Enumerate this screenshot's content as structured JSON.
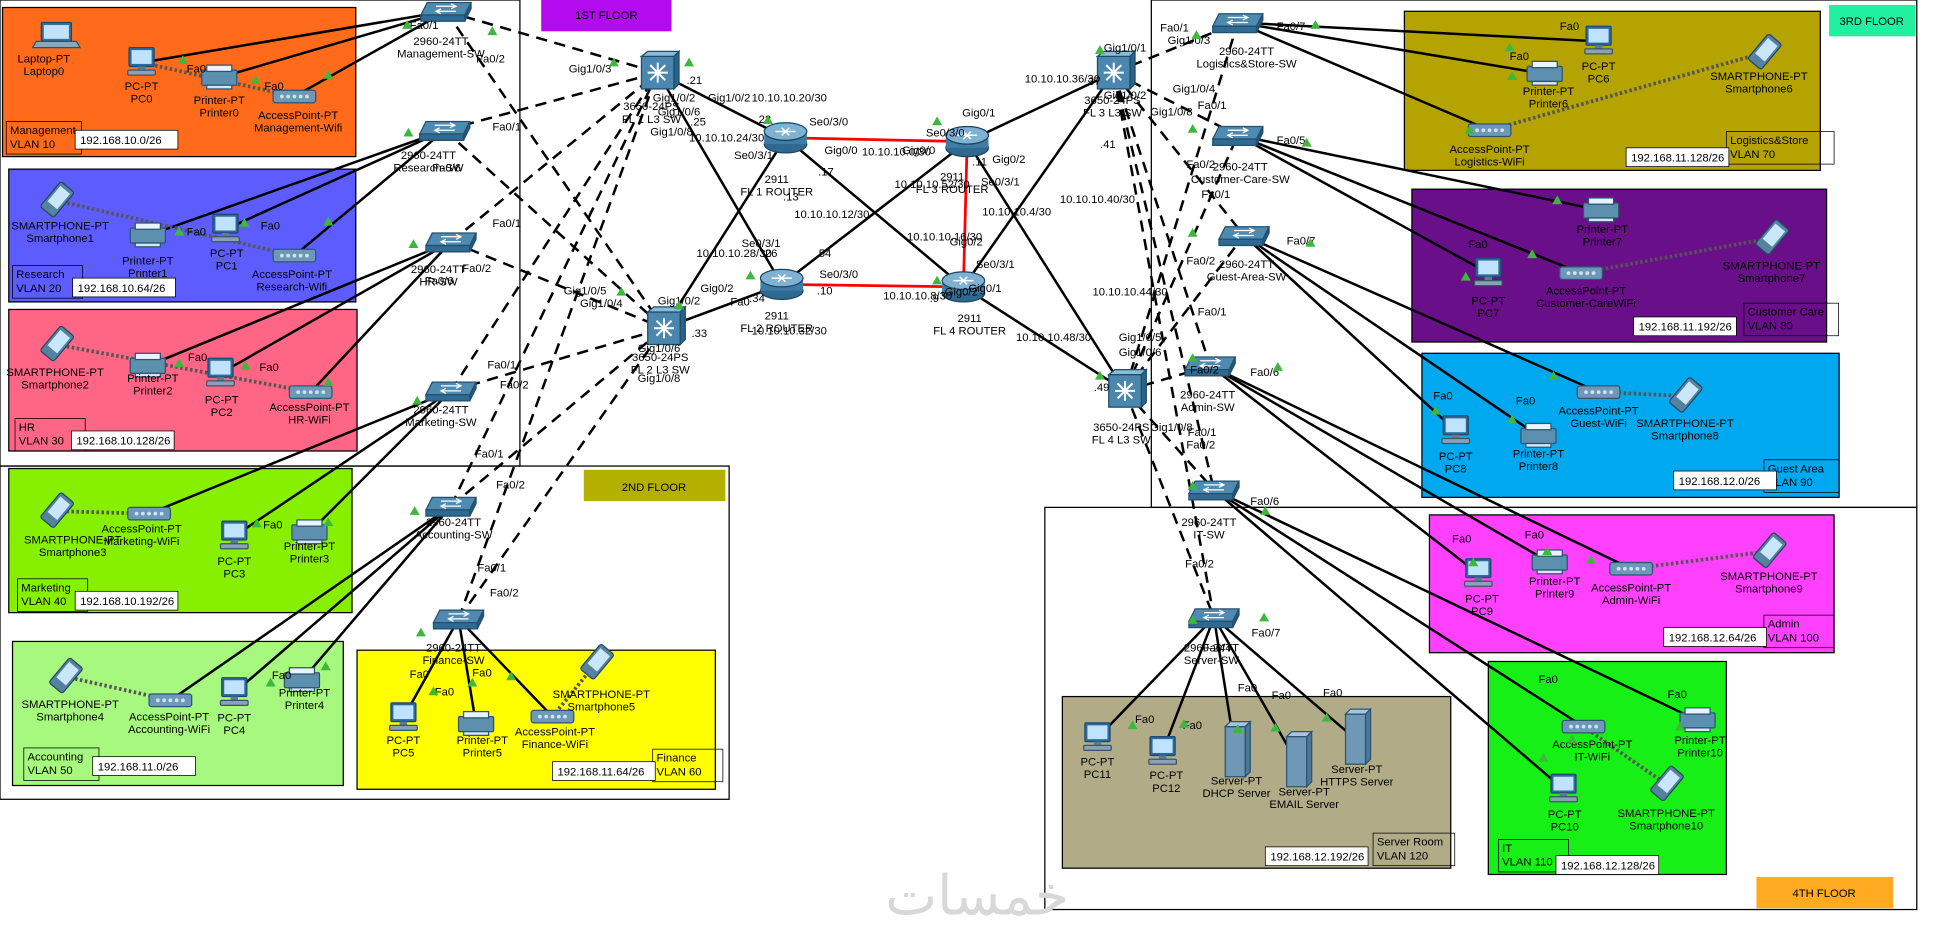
{
  "floors": [
    "1ST FLOOR",
    "2ND FLOOR",
    "3RD FLOOR",
    "4TH FLOOR"
  ],
  "colors": {
    "management": "#ff6b1a",
    "research": "#5d5dff",
    "hr": "#ff6585",
    "marketing": "#86f000",
    "accounting": "#a7f87e",
    "finance": "#ffff00",
    "logistics": "#b4a300",
    "customer_care": "#6a0f8a",
    "guest": "#00a8f0",
    "admin": "#ff40ff",
    "it": "#17f017",
    "server_room": "#b1ac87",
    "floor1_tag": "#b40af0",
    "floor2_tag": "#b4b000",
    "floor3_tag": "#20f0a0",
    "floor4_tag": "#ffaa20",
    "serial_link": "#ff0000",
    "link": "#000000"
  },
  "vlans": [
    {
      "name": "Management",
      "vlan": "VLAN 10",
      "subnet": "192.168.10.0/26"
    },
    {
      "name": "Research",
      "vlan": "VLAN 20",
      "subnet": "192.168.10.64/26"
    },
    {
      "name": "HR",
      "vlan": "VLAN 30",
      "subnet": "192.168.10.128/26"
    },
    {
      "name": "Marketing",
      "vlan": "VLAN 40",
      "subnet": "192.168.10.192/26"
    },
    {
      "name": "Accounting",
      "vlan": "VLAN 50",
      "subnet": "192.168.11.0/26"
    },
    {
      "name": "Finance",
      "vlan": "VLAN 60",
      "subnet": "192.168.11.64/26"
    },
    {
      "name": "Logistics&Store",
      "vlan": "VLAN 70",
      "subnet": "192.168.11.128/26"
    },
    {
      "name": "Customer Care",
      "vlan": "VLAN 80",
      "subnet": "192.168.11.192/26"
    },
    {
      "name": "Guest Area",
      "vlan": "VLAN 90",
      "subnet": "192.168.12.0/26"
    },
    {
      "name": "Admin",
      "vlan": "VLAN 100",
      "subnet": "192.168.12.64/26"
    },
    {
      "name": "IT",
      "vlan": "VLAN 110",
      "subnet": "192.168.12.128/26"
    },
    {
      "name": "Server Room",
      "vlan": "VLAN 120",
      "subnet": "192.168.12.192/26"
    }
  ],
  "devices": [
    {
      "type": "Laptop-PT",
      "name": "Laptop0"
    },
    {
      "type": "PC-PT",
      "name": "PC0"
    },
    {
      "type": "Printer-PT",
      "name": "Printer0"
    },
    {
      "type": "AccessPoint-PT",
      "name": "Management-Wifi"
    },
    {
      "type": "SMARTPHONE-PT",
      "name": "Smartphone1"
    },
    {
      "type": "Printer-PT",
      "name": "Printer1"
    },
    {
      "type": "PC-PT",
      "name": "PC1"
    },
    {
      "type": "AccessPoint-PT",
      "name": "Research-Wifi"
    },
    {
      "type": "SMARTPHONE-PT",
      "name": "Smartphone2"
    },
    {
      "type": "Printer-PT",
      "name": "Printer2"
    },
    {
      "type": "PC-PT",
      "name": "PC2"
    },
    {
      "type": "AccessPoint-PT",
      "name": "HR-WiFi"
    },
    {
      "type": "SMARTPHONE-PT",
      "name": "Smartphone3"
    },
    {
      "type": "AccessPoint-PT",
      "name": "Marketing-WiFi"
    },
    {
      "type": "PC-PT",
      "name": "PC3"
    },
    {
      "type": "Printer-PT",
      "name": "Printer3"
    },
    {
      "type": "SMARTPHONE-PT",
      "name": "Smartphone4"
    },
    {
      "type": "AccessPoint-PT",
      "name": "Accounting-WiFi"
    },
    {
      "type": "PC-PT",
      "name": "PC4"
    },
    {
      "type": "Printer-PT",
      "name": "Printer4"
    },
    {
      "type": "PC-PT",
      "name": "PC5"
    },
    {
      "type": "Printer-PT",
      "name": "Printer5"
    },
    {
      "type": "AccessPoint-PT",
      "name": "Finance-WiFi"
    },
    {
      "type": "SMARTPHONE-PT",
      "name": "Smartphone5"
    },
    {
      "type": "PC-PT",
      "name": "PC6"
    },
    {
      "type": "Printer-PT",
      "name": "Printer6"
    },
    {
      "type": "SMARTPHONE-PT",
      "name": "Smartphone6"
    },
    {
      "type": "AccessPoint-PT",
      "name": "Logistics-WiFi"
    },
    {
      "type": "Printer-PT",
      "name": "Printer7"
    },
    {
      "type": "SMARTPHONE-PT",
      "name": "Smartphone7"
    },
    {
      "type": "PC-PT",
      "name": "PC7"
    },
    {
      "type": "AccessPoint-PT",
      "name": "Customer-CareWiFi"
    },
    {
      "type": "PC-PT",
      "name": "PC8"
    },
    {
      "type": "Printer-PT",
      "name": "Printer8"
    },
    {
      "type": "AccessPoint-PT",
      "name": "Guest-WiFi"
    },
    {
      "type": "SMARTPHONE-PT",
      "name": "Smartphone8"
    },
    {
      "type": "PC-PT",
      "name": "PC9"
    },
    {
      "type": "Printer-PT",
      "name": "Printer9"
    },
    {
      "type": "AccessPoint-PT",
      "name": "Admin-WiFi"
    },
    {
      "type": "SMARTPHONE-PT",
      "name": "Smartphone9"
    },
    {
      "type": "AccessPoint-PT",
      "name": "IT-WiFi"
    },
    {
      "type": "Printer-PT",
      "name": "Printer10"
    },
    {
      "type": "SMARTPHONE-PT",
      "name": "Smartphone10"
    },
    {
      "type": "PC-PT",
      "name": "PC10"
    },
    {
      "type": "PC-PT",
      "name": "PC11"
    },
    {
      "type": "PC-PT",
      "name": "PC12"
    },
    {
      "type": "Server-PT",
      "name": "DHCP Server"
    },
    {
      "type": "Server-PT",
      "name": "EMAIL Server"
    },
    {
      "type": "Server-PT",
      "name": "HTTPS Server"
    }
  ],
  "network_nodes": [
    {
      "type": "2911",
      "name": "FL 1 ROUTER"
    },
    {
      "type": "2911",
      "name": "FL 2 ROUTER"
    },
    {
      "type": "2911",
      "name": "FL 3 ROUTER"
    },
    {
      "type": "2911",
      "name": "FL 4 ROUTER"
    },
    {
      "type": "3650-24PS",
      "name": "FL 1 L3 SW"
    },
    {
      "type": "3650-24PS",
      "name": "FL 2 L3 SW"
    },
    {
      "type": "3650-24PS",
      "name": "FL 3 L3 SW"
    },
    {
      "type": "3650-24PS",
      "name": "FL 4 L3 SW"
    },
    {
      "type": "2960-24TT",
      "name": "Management-SW"
    },
    {
      "type": "2960-24TT",
      "name": "Research-SW"
    },
    {
      "type": "2960-24TT",
      "name": "HR-SW"
    },
    {
      "type": "2960-24TT",
      "name": "Marketing-SW"
    },
    {
      "type": "2960-24TT",
      "name": "Accounting-SW"
    },
    {
      "type": "2960-24TT",
      "name": "Finance-SW"
    },
    {
      "type": "2960-24TT",
      "name": "Logistics&Store-SW"
    },
    {
      "type": "2960-24TT",
      "name": "Customer-Care-SW"
    },
    {
      "type": "2960-24TT",
      "name": "Guest-Area-SW"
    },
    {
      "type": "2960-24TT",
      "name": "Admin-SW"
    },
    {
      "type": "2960-24TT",
      "name": "IT-SW"
    },
    {
      "type": "2960-24TT",
      "name": "Server-SW"
    }
  ],
  "subnet_labels": [
    "10.10.10.20/30",
    "10.10.10.24/30",
    "10.10.10.0/30",
    "10.10.10.4/30",
    "10.10.10.12/30",
    "10.10.10.16/30",
    "10.10.10.28/30",
    "10.10.10.8/30",
    "10.10.10.32/30",
    "10.10.10.52/30",
    "10.10.10.36/30",
    "10.10.10.40/30",
    "10.10.10.44/30",
    "10.10.10.48/30"
  ],
  "port_labels": [
    "Fa0",
    "Fa0/1",
    "Fa0/2",
    "Fa0/3",
    "Fa0/4",
    "Fa0/5",
    "Fa0/6",
    "Fa0/7",
    "Gig1/0/1",
    "Gig1/0/2",
    "Gig1/0/3",
    "Gig1/0/4",
    "Gig1/0/5",
    "Gig1/0/6",
    "Gig1/0/8",
    "Gig0/0",
    "Gig0/1",
    "Gig0/2",
    "Se0/3/0",
    "Se0/3/1"
  ],
  "ip_octets": [
    ".21",
    ".22",
    ".25",
    ".26",
    ".13",
    ".17",
    ".34",
    ".33",
    ".10",
    ".9",
    ".11",
    ".37",
    ".41",
    ".49",
    ".54"
  ],
  "watermark": "خمسات"
}
